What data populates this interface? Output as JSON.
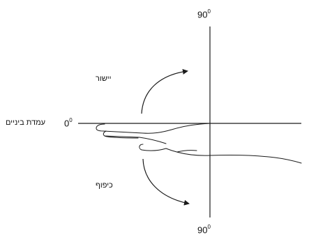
{
  "labels": {
    "top_angle": "90",
    "top_angle_sup": "0",
    "bottom_angle": "90",
    "bottom_angle_sup": "0",
    "neutral_angle": "0",
    "neutral_angle_sup": "0",
    "neutral_position": "עמדת ביניים",
    "extension": "יישור",
    "flexion": "כיפוף"
  },
  "colors": {
    "line": "#1a1a1a",
    "background": "#ffffff"
  }
}
